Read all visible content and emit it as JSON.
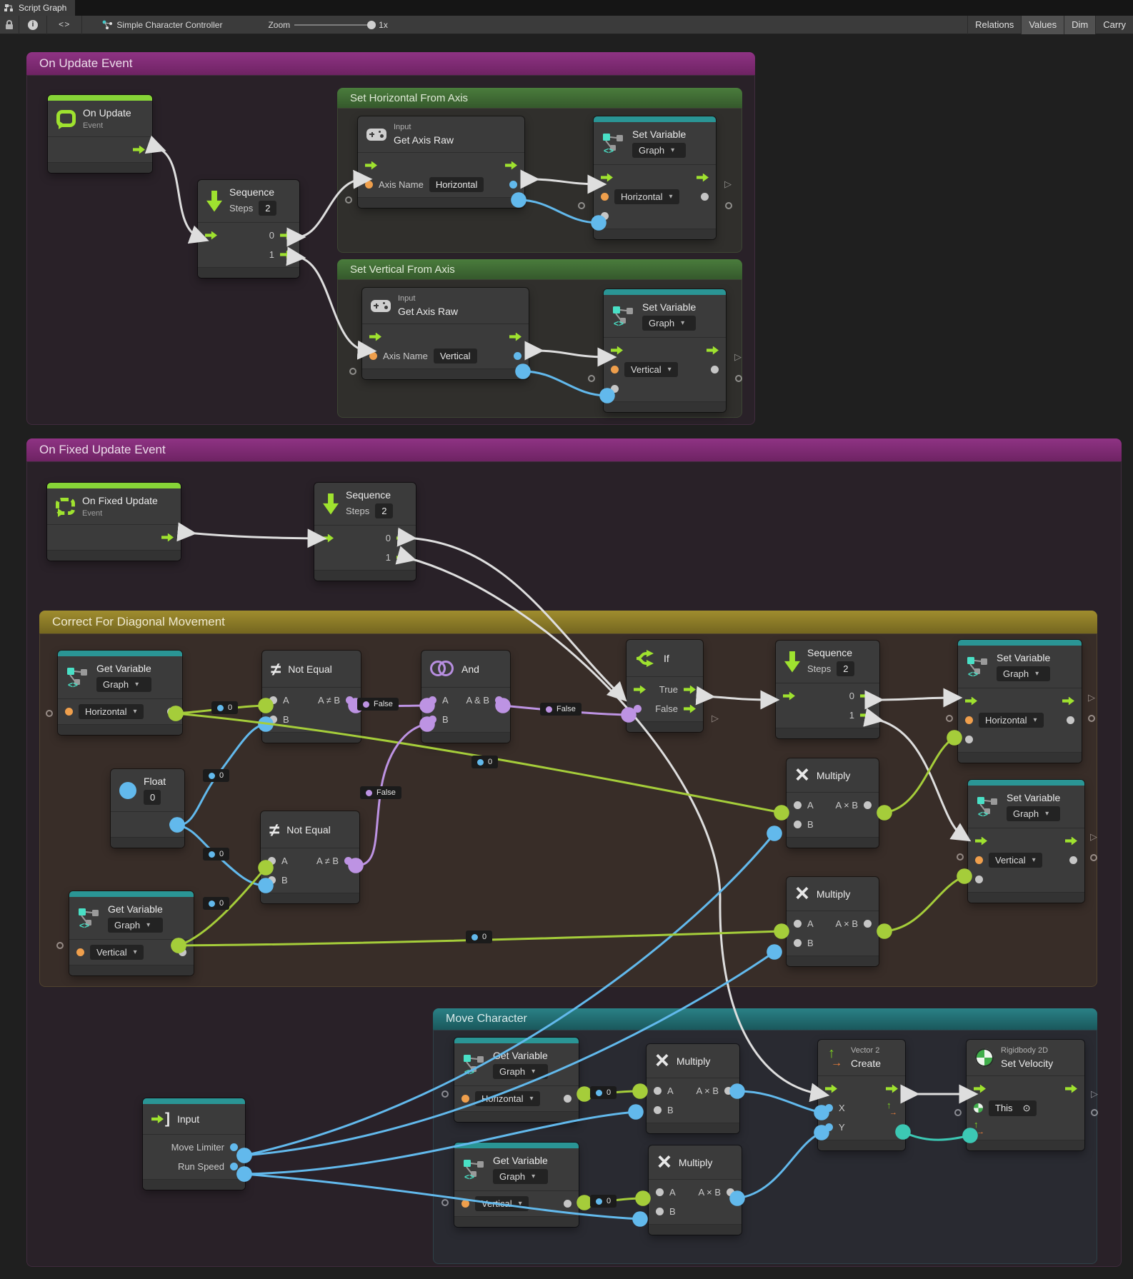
{
  "window": {
    "tab": "Script Graph"
  },
  "toolbar": {
    "graph_name": "Simple Character Controller",
    "zoom_label": "Zoom",
    "zoom_value": "1x",
    "relations": "Relations",
    "values": "Values",
    "dim": "Dim",
    "carry": "Carry",
    "code_icon": "<>",
    "info_icon": "i"
  },
  "groups": {
    "on_update": "On Update Event",
    "set_horizontal": "Set Horizontal From Axis",
    "set_vertical": "Set Vertical From Axis",
    "on_fixed_update": "On Fixed Update Event",
    "diagonal": "Correct For Diagonal Movement",
    "move_character": "Move Character"
  },
  "variables": {
    "horizontal": "Horizontal",
    "vertical": "Vertical"
  },
  "shared": {
    "event": "Event",
    "scope": "Graph",
    "steps_label": "Steps",
    "steps_value": "2",
    "out0": "0",
    "out1": "1",
    "a": "A",
    "b": "B"
  },
  "nodes": {
    "on_update": "On Update",
    "on_fixed_update": "On Fixed Update",
    "sequence": "Sequence",
    "get_axis": {
      "category": "Input",
      "title": "Get Axis Raw",
      "param": "Axis Name"
    },
    "set_variable": "Set Variable",
    "get_variable": "Get Variable",
    "not_equal": {
      "title": "Not Equal",
      "expr": "A ≠ B"
    },
    "and": {
      "title": "And",
      "expr": "A & B"
    },
    "if": {
      "title": "If",
      "true_label": "True",
      "false_label": "False"
    },
    "float": {
      "title": "Float",
      "value": "0"
    },
    "multiply": {
      "title": "Multiply",
      "expr": "A × B"
    },
    "input": {
      "title": "Input",
      "move_limiter": "Move Limiter",
      "run_speed": "Run Speed"
    },
    "vector2": {
      "category": "Vector 2",
      "title": "Create",
      "x": "X",
      "y": "Y"
    },
    "set_velocity": {
      "category": "Rigidbody 2D",
      "title": "Set Velocity",
      "target": "This",
      "target_icon": "⊙"
    }
  },
  "badges": {
    "zero": "0",
    "false_label": "False"
  },
  "icons": {
    "not_equal": "≠",
    "multiply": "×",
    "caret": "▾",
    "hollow_exec": "▷"
  },
  "colors": {
    "exec": "#9fe22f",
    "float_port": "#62b9ec",
    "bool_port": "#bd93e3",
    "string_port": "#ef9f4c",
    "value_wire": "#a5cd3a",
    "variable_strip": "#2a9595",
    "event_strip": "#87d437",
    "group_magenta": "#8f3384",
    "group_green": "#4a7c3c",
    "group_olive": "#a08d2e",
    "group_teal": "#2a8186"
  }
}
